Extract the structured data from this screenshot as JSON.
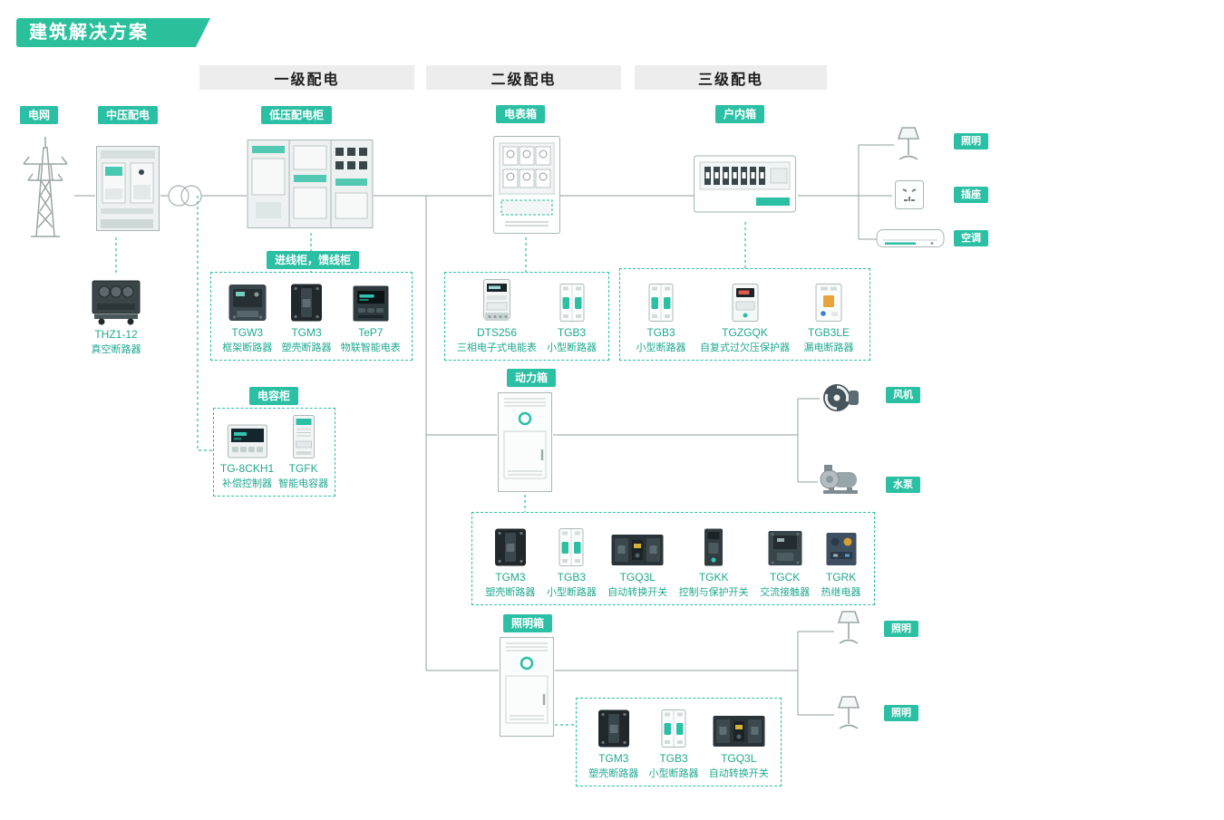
{
  "title": "建筑解决方案",
  "headers": {
    "primary": "一级配电",
    "secondary": "二级配电",
    "tertiary": "三级配电"
  },
  "chips": {
    "grid": "电网",
    "mv": "中压配电",
    "lv": "低压配电柜",
    "meter": "电表箱",
    "indoor": "户内箱",
    "incoming": "进线柜，馈线柜",
    "capacitor": "电容柜",
    "power": "动力箱",
    "lighting": "照明箱"
  },
  "loads": {
    "lighting1": {
      "label": "照明",
      "icon": "lamp"
    },
    "socket": {
      "label": "插座",
      "icon": "socket"
    },
    "ac": {
      "label": "空调",
      "icon": "ac"
    },
    "fan": {
      "label": "风机",
      "icon": "fan"
    },
    "pump": {
      "label": "水泵",
      "icon": "pump"
    },
    "lighting2": {
      "label": "照明",
      "icon": "lamp"
    },
    "lighting3": {
      "label": "照明",
      "icon": "lamp"
    }
  },
  "devices": {
    "tower": {
      "icon": "tower"
    },
    "mv_cabinet": {
      "icon": "mv-cabinet"
    },
    "lv_cabinet": {
      "icon": "lv-cabinet"
    },
    "meter_box": {
      "icon": "meter-box"
    },
    "indoor_box": {
      "icon": "indoor-box"
    },
    "power_cabinet": {
      "icon": "floor-cabinet"
    },
    "lighting_cabinet": {
      "icon": "floor-cabinet"
    }
  },
  "standalone": {
    "model": "THZ1-12",
    "desc": "真空断路器",
    "icon": "vcb"
  },
  "groups": {
    "incoming": {
      "items": [
        {
          "model": "TGW3",
          "desc": "框架断路器",
          "icon": "acb"
        },
        {
          "model": "TGM3",
          "desc": "塑壳断路器",
          "icon": "mccb"
        },
        {
          "model": "TeP7",
          "desc": "物联智能电表",
          "icon": "smart-meter"
        }
      ]
    },
    "meter": {
      "items": [
        {
          "model": "DTS256",
          "desc": "三相电子式电能表",
          "icon": "energy-meter"
        },
        {
          "model": "TGB3",
          "desc": "小型断路器",
          "icon": "mcb"
        }
      ]
    },
    "indoor": {
      "items": [
        {
          "model": "TGB3",
          "desc": "小型断路器",
          "icon": "mcb"
        },
        {
          "model": "TGZGQK",
          "desc": "自复式过欠压保护器",
          "icon": "protector"
        },
        {
          "model": "TGB3LE",
          "desc": "漏电断路器",
          "icon": "rcbo"
        }
      ]
    },
    "capacitor": {
      "items": [
        {
          "model": "TG-8CKH1",
          "desc": "补偿控制器",
          "icon": "controller"
        },
        {
          "model": "TGFK",
          "desc": "智能电容器",
          "icon": "capacitor"
        }
      ]
    },
    "power": {
      "items": [
        {
          "model": "TGM3",
          "desc": "塑壳断路器",
          "icon": "mccb"
        },
        {
          "model": "TGB3",
          "desc": "小型断路器",
          "icon": "mcb"
        },
        {
          "model": "TGQ3L",
          "desc": "自动转换开关",
          "icon": "ats"
        },
        {
          "model": "TGKK",
          "desc": "控制与保护开关",
          "icon": "cps"
        },
        {
          "model": "TGCK",
          "desc": "交流接触器",
          "icon": "contactor"
        },
        {
          "model": "TGRK",
          "desc": "热继电器",
          "icon": "relay"
        }
      ]
    },
    "lighting": {
      "items": [
        {
          "model": "TGM3",
          "desc": "塑壳断路器",
          "icon": "mccb"
        },
        {
          "model": "TGB3",
          "desc": "小型断路器",
          "icon": "mcb"
        },
        {
          "model": "TGQ3L",
          "desc": "自动转换开关",
          "icon": "ats"
        }
      ]
    }
  },
  "colors": {
    "accent": "#2bbfa4",
    "banner": "#2bc09c",
    "teal_text": "#1fa98f",
    "line": "#a6b0b0",
    "header_bg": "#ededed",
    "header_text": "#1c1c1c"
  }
}
